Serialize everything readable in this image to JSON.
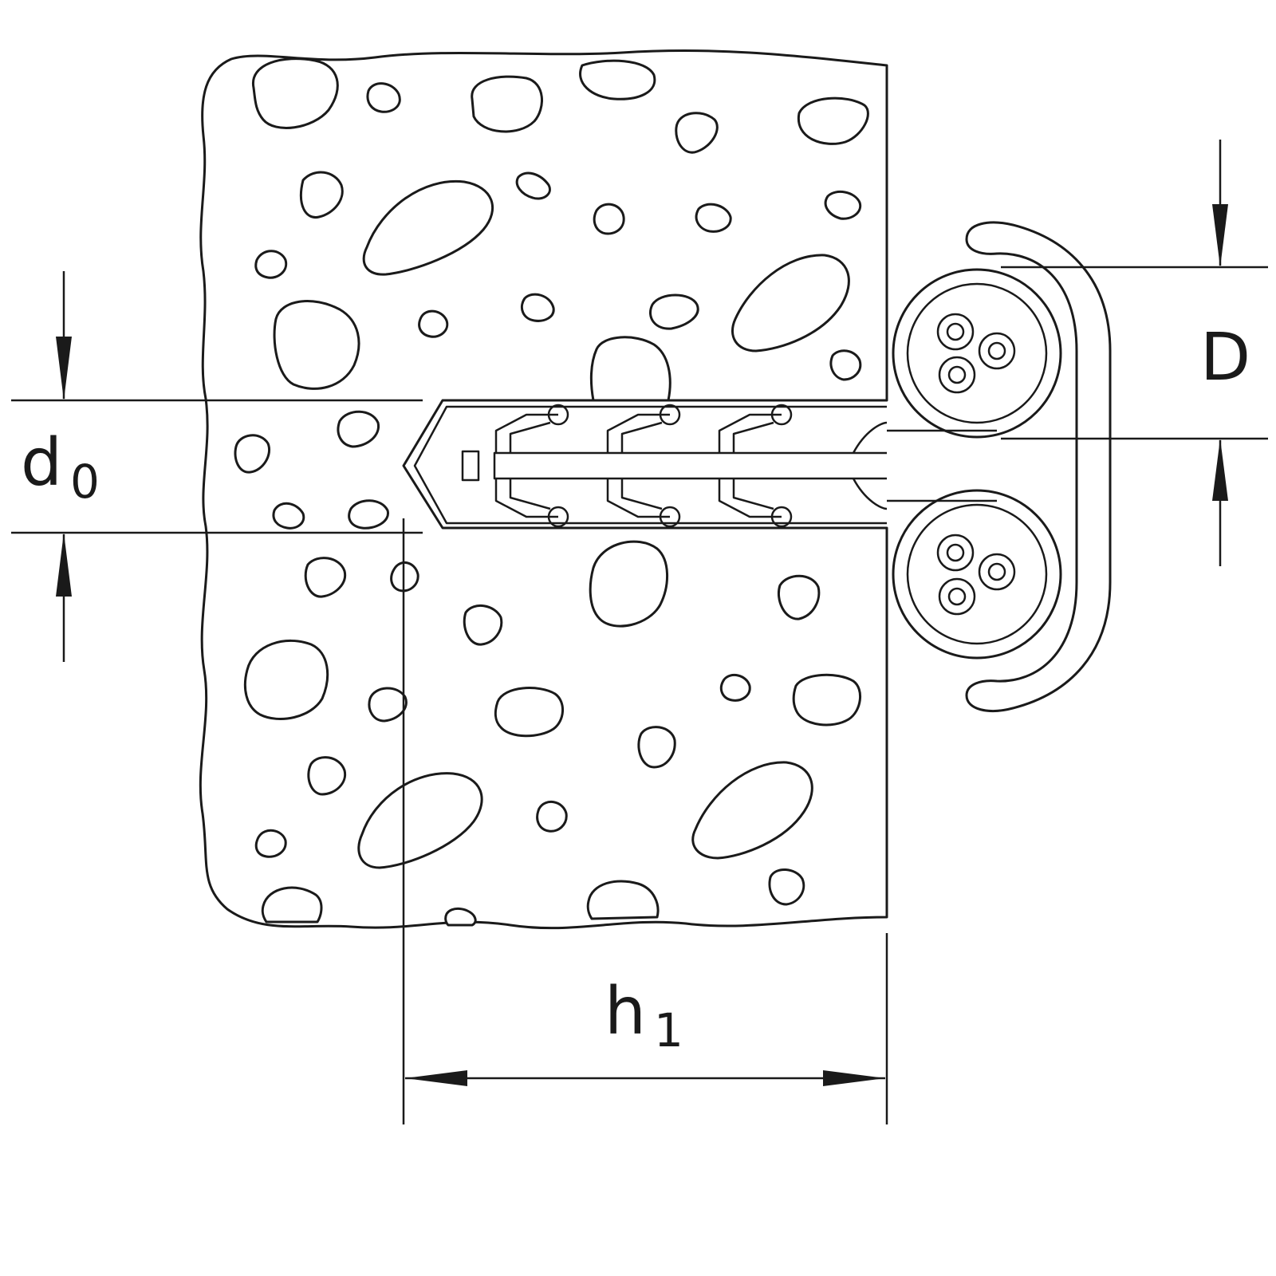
{
  "labels": {
    "d0_main": "d",
    "d0_sub": "0",
    "D": "D",
    "h1_main": "h",
    "h1_sub": "1"
  },
  "colors": {
    "stroke": "#1a1a1a",
    "background": "#ffffff"
  }
}
